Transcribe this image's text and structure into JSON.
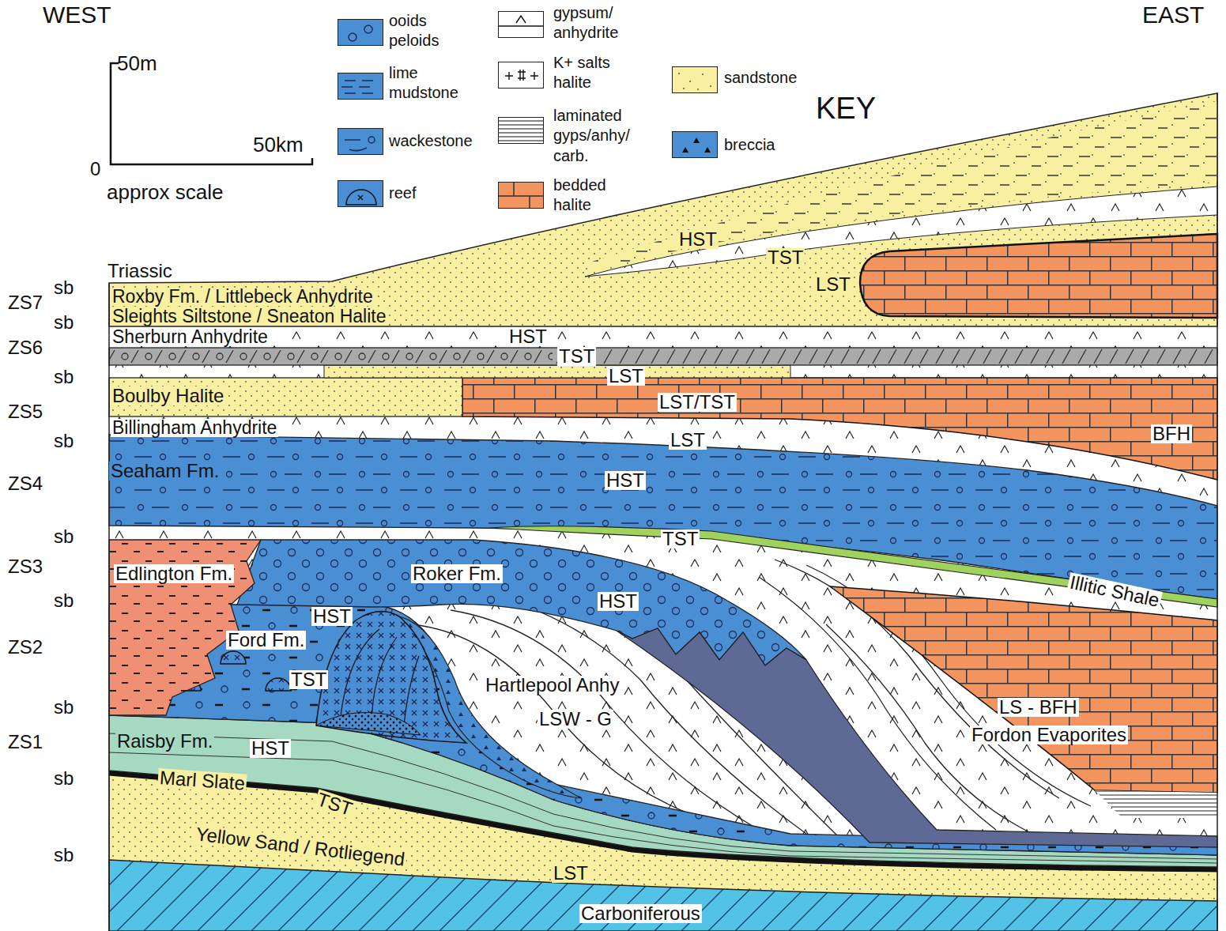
{
  "diagram": {
    "labels": [
      "WEST",
      "EAST",
      "KEY",
      "50m",
      "0",
      "50km",
      "approx scale",
      "sb",
      "ZS7",
      "sb",
      "ZS6",
      "sb",
      "ZS5",
      "sb",
      "ZS4",
      "sb",
      "ZS3",
      "sb",
      "ZS2",
      "sb",
      "ZS1",
      "sb",
      "sb",
      "Triassic",
      "HST",
      "TST",
      "LST",
      "Roxby Fm. / Littlebeck Anhydrite",
      "Sleights Siltstone / Sneaton Halite",
      "Sherburn Anhydrite",
      "HST",
      "TST",
      "LST",
      "Boulby Halite",
      "LST/TST",
      "Billingham Anhydrite",
      "LST",
      "BFH",
      "Seaham Fm.",
      "HST",
      "TST",
      "Illitic Shale",
      "Edlington Fm.",
      "Roker Fm.",
      "HST",
      "HST",
      "Ford Fm.",
      "TST",
      "Hartlepool Anhy",
      "LSW - G",
      "LS - BFH",
      "Fordon Evaporites",
      "Raisby Fm.",
      "HST",
      "Marl Slate",
      "TST",
      "Yellow Sand / Rotliegend",
      "LST",
      "Carboniferous"
    ],
    "legend": [
      {
        "text": "ooids peloids",
        "color": "#4a8fd4"
      },
      {
        "text": "lime mudstone",
        "color": "#4a8fd4"
      },
      {
        "text": "wackestone",
        "color": "#4a8fd4"
      },
      {
        "text": "reef",
        "color": "#4a8fd4"
      },
      {
        "text": "gypsum/ anhydrite",
        "color": "#ffffff"
      },
      {
        "text": "K+ salts halite",
        "color": "#ffffff"
      },
      {
        "text": "laminated gyps/anhy/ carb.",
        "color": "#ffffff"
      },
      {
        "text": "bedded halite",
        "color": "#f4955f"
      },
      {
        "text": "sandstone",
        "color": "#f8f0a0"
      },
      {
        "text": "breccia",
        "color": "#4a8fd4"
      }
    ]
  }
}
